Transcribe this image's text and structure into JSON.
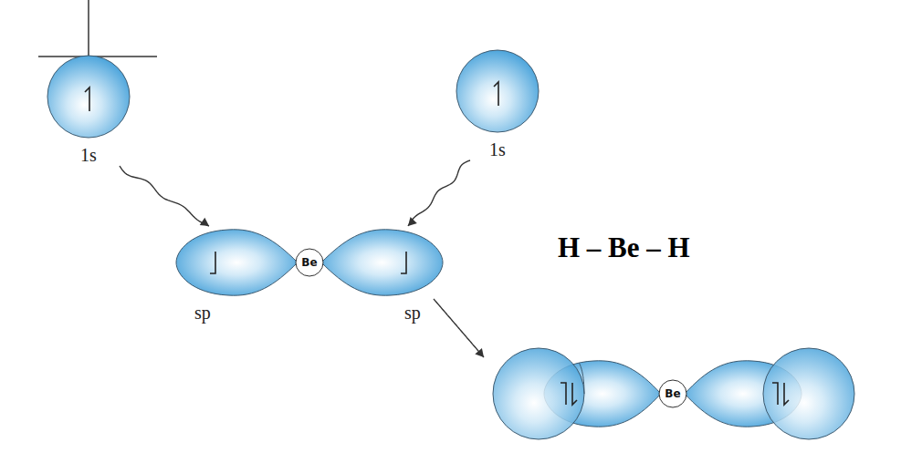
{
  "diagram": {
    "nodes": [
      {
        "text": [
          "1s"
        ]
      },
      {
        "text": [
          "1s"
        ]
      },
      {
        "text": [
          "Be"
        ]
      },
      {
        "text": [
          "Be"
        ]
      }
    ],
    "edges": [
      {
        "from": 0,
        "to": 2,
        "arrow": "to"
      },
      {
        "from": 1,
        "to": 2,
        "arrow": "to"
      },
      {
        "from": 2,
        "to": 3,
        "arrow": "to"
      }
    ],
    "labels": [
      "sp",
      "sp",
      "H – Be – H"
    ]
  }
}
